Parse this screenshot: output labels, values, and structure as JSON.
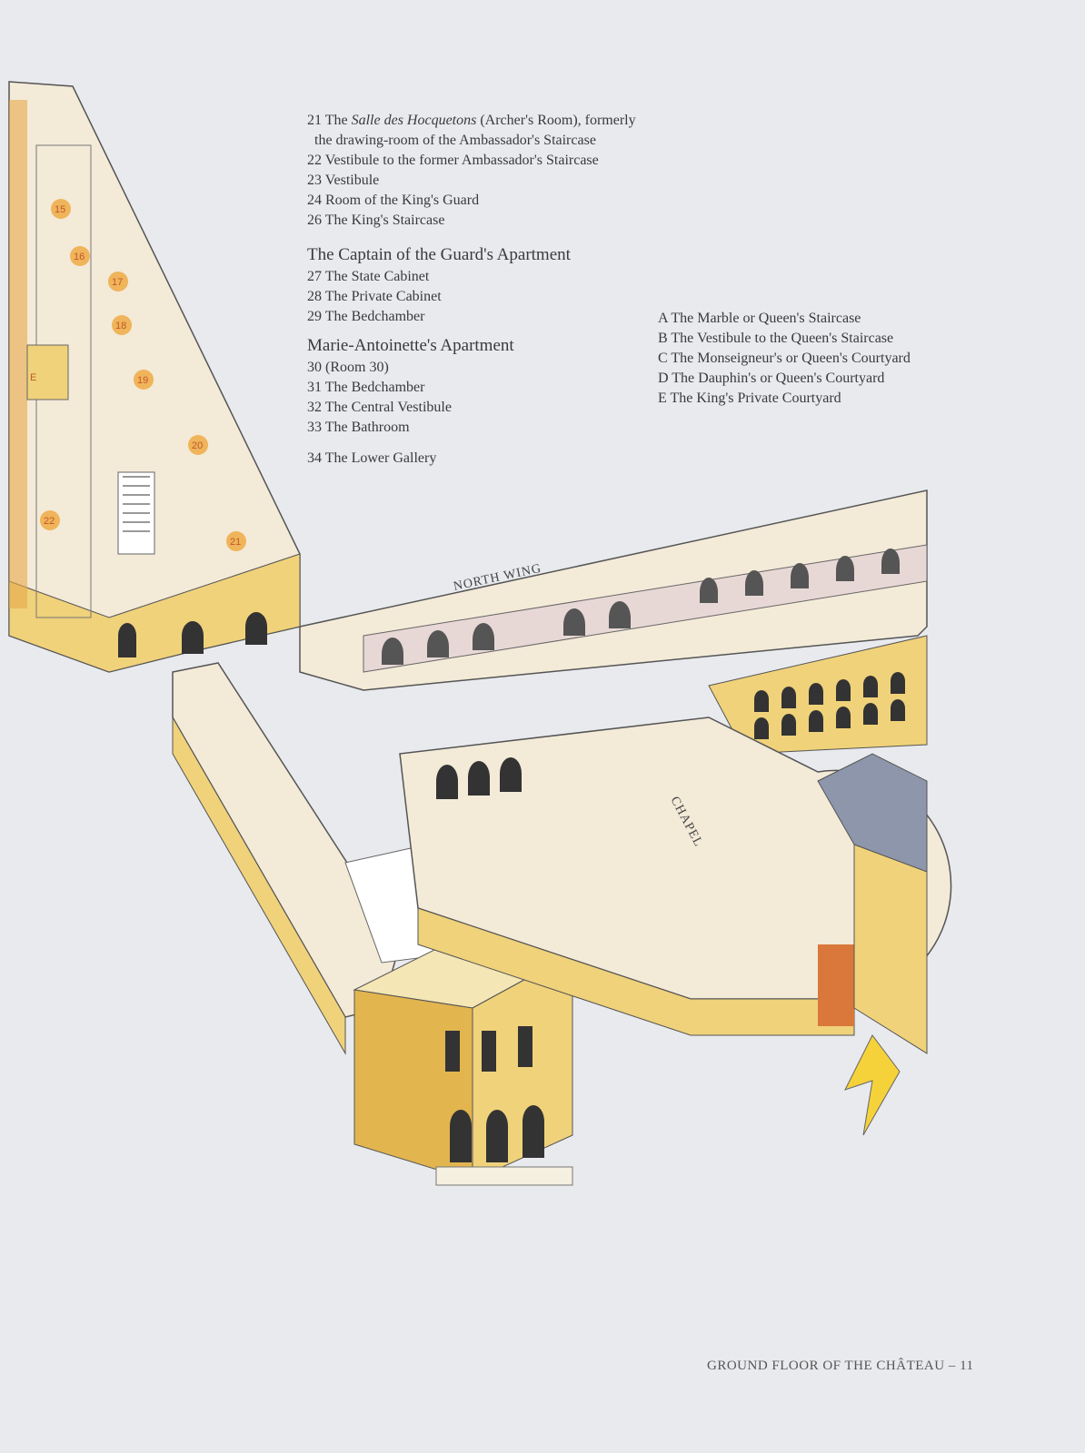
{
  "legend_left": {
    "items_a": [
      {
        "num": "21",
        "pre": "The ",
        "italic": "Salle des Hocquetons",
        "post": " (Archer's Room), formerly"
      },
      {
        "text": "the drawing-room of the Ambassador's Staircase"
      },
      {
        "text": "22 Vestibule to the former Ambassador's Staircase"
      },
      {
        "text": "23 Vestibule"
      },
      {
        "text": "24 Room of the King's Guard"
      },
      {
        "text": "26 The King's Staircase"
      }
    ],
    "captain_heading": "The Captain of the Guard's Apartment",
    "captain_items": [
      "27 The State Cabinet",
      "28 The Private Cabinet",
      "29 The Bedchamber"
    ],
    "marie_heading": "Marie-Antoinette's Apartment",
    "marie_items": [
      "30 (Room 30)",
      "31 The Bedchamber",
      "32 The Central Vestibule",
      "33 The Bathroom"
    ],
    "last_item": "34 The Lower Gallery"
  },
  "legend_right": [
    "A The Marble or Queen's Staircase",
    "B The Vestibule to the Queen's Staircase",
    "C The Monseigneur's or Queen's Courtyard",
    "D The Dauphin's or Queen's Courtyard",
    "E The King's Private Courtyard"
  ],
  "map_labels": {
    "north_wing": "NORTH WING",
    "chapel": "CHAPEL",
    "room_numbers": [
      "15",
      "16",
      "17",
      "18",
      "19",
      "20",
      "21",
      "22"
    ],
    "courtyard_letter": "E"
  },
  "footer": "GROUND FLOOR OF THE CHÂTEAU – 11",
  "colors": {
    "page": "#e8eaed",
    "wall_yellow": "#f0d27a",
    "wall_orange": "#e7a94a",
    "roof": "#8d96ab"
  }
}
